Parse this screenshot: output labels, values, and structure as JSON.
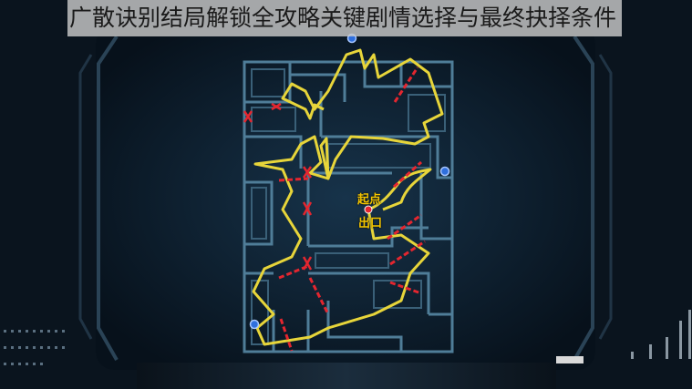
{
  "header": {
    "title": "广散诀别结局解锁全攻略关键剧情选择与最终抉择条件"
  },
  "map": {
    "start_label": "起点",
    "exit_label": "出口",
    "colors": {
      "background": "#0b1724",
      "wall": "#4f7d98",
      "route": "#e7d53a",
      "blocked_door": "#e4262f",
      "marker": "#2f6fdd"
    },
    "icons": [
      "door-marker-icon",
      "blocked-door-icon",
      "start-point-icon"
    ]
  }
}
